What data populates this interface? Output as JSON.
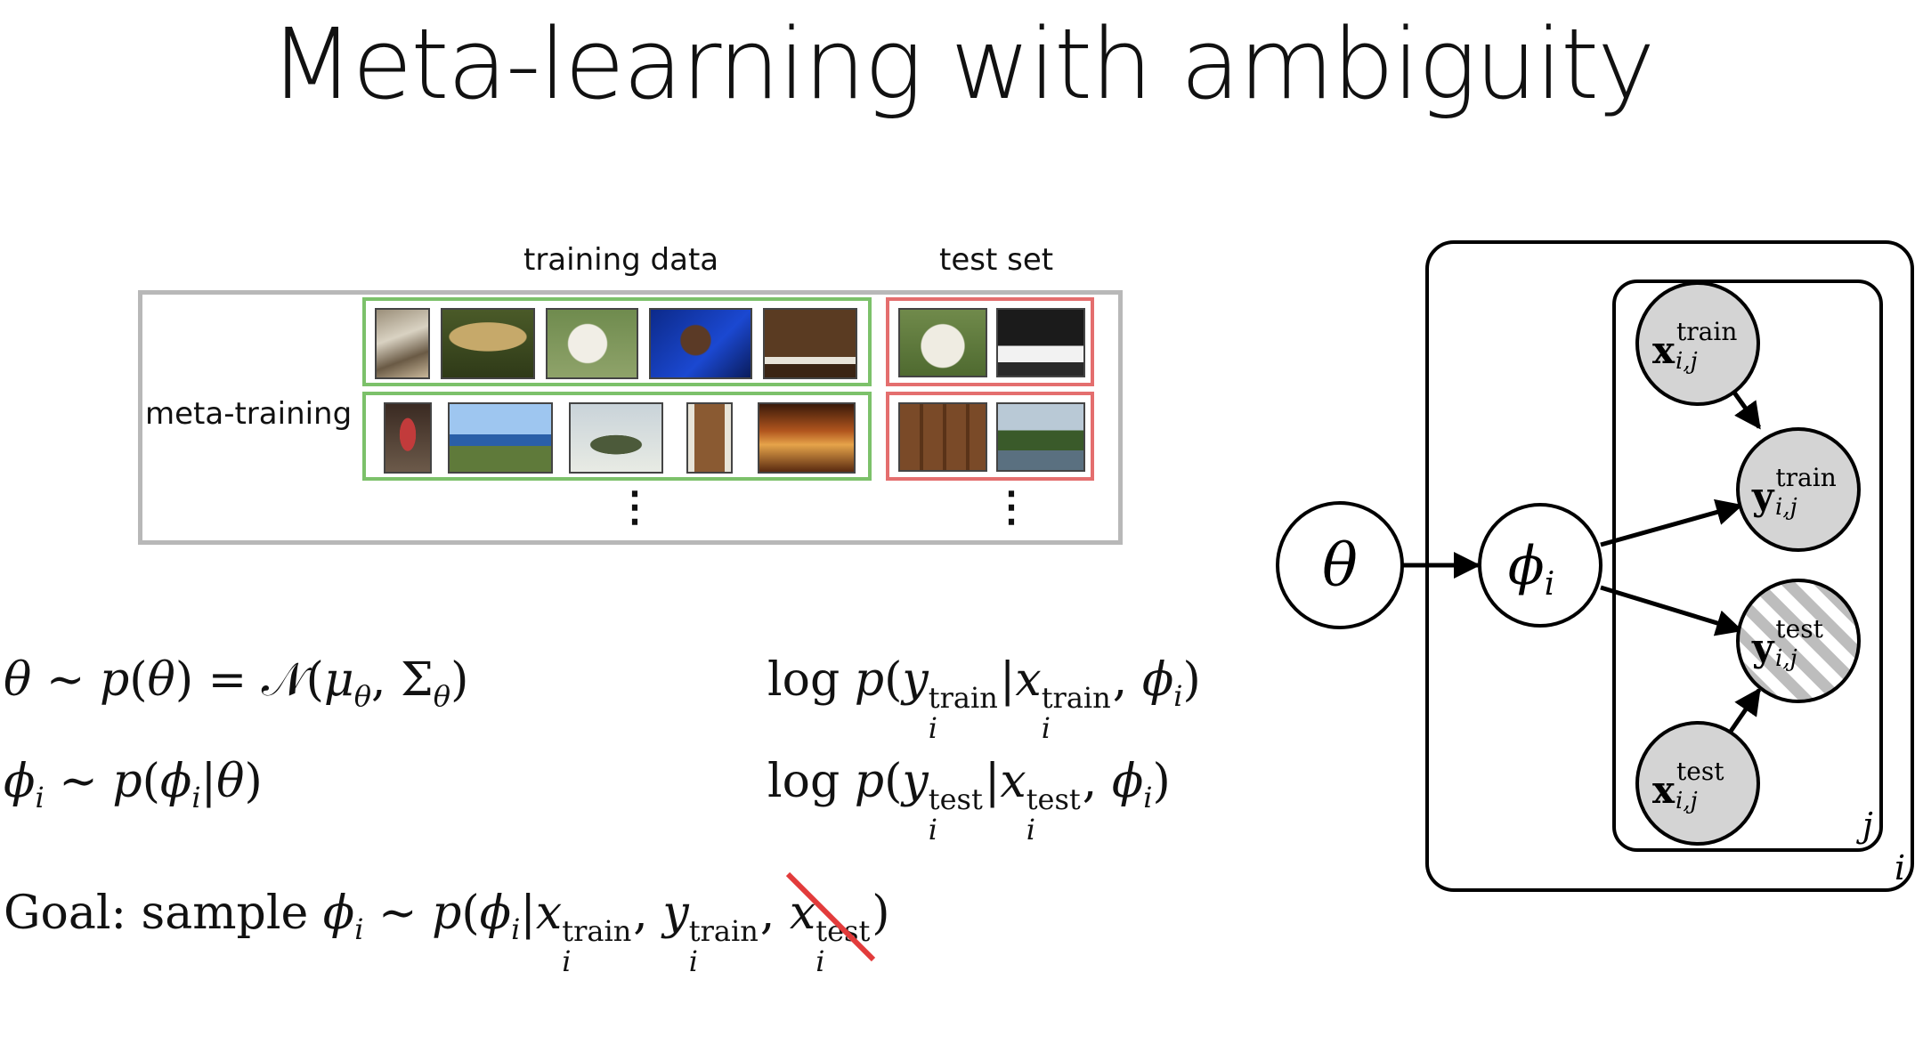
{
  "title": "Meta-learning with ambiguity",
  "figure": {
    "training_header": "training data",
    "test_header": "test set",
    "row_label": "meta-training",
    "dots": "⋮"
  },
  "equations": {
    "prior_theta": {
      "lhs": "θ",
      "rel": "∼",
      "p": "p",
      "arg": "θ",
      "normal": "𝒩",
      "mu": "μ",
      "sigma": "Σ",
      "sub": "θ"
    },
    "prior_phi": {
      "lhs": "ϕ",
      "sub": "i",
      "rel": "∼",
      "p": "p",
      "cond": "θ"
    },
    "loglik_train": {
      "log": "log",
      "p": "p",
      "y": "y",
      "x": "x",
      "sup": "train",
      "sub": "i",
      "phi": "ϕ"
    },
    "loglik_test": {
      "log": "log",
      "p": "p",
      "y": "y",
      "x": "x",
      "sup": "test",
      "sub": "i",
      "phi": "ϕ"
    },
    "goal": {
      "prefix": "Goal:",
      "word": "sample",
      "phi": "ϕ",
      "sub": "i",
      "rel": "∼",
      "p": "p",
      "x": "x",
      "y": "y",
      "sup_train": "train",
      "sup_test": "test",
      "strike_color": "#e23b3b"
    }
  },
  "graphical_model": {
    "theta": "θ",
    "phi": "ϕ",
    "phi_sub": "i",
    "x_train": {
      "base": "x",
      "sup": "train",
      "sub": "i,j"
    },
    "y_train": {
      "base": "y",
      "sup": "train",
      "sub": "i,j"
    },
    "y_test": {
      "base": "y",
      "sup": "test",
      "sub": "i,j"
    },
    "x_test": {
      "base": "x",
      "sup": "test",
      "sub": "i,j"
    },
    "plate_inner": "j",
    "plate_outer": "i",
    "observed_fill": "#d4d4d4",
    "hatch_color": "#bdbdbd"
  },
  "colors": {
    "train_border": "#7cc16a",
    "test_border": "#e46e6e",
    "frame": "#b8b8b8"
  }
}
